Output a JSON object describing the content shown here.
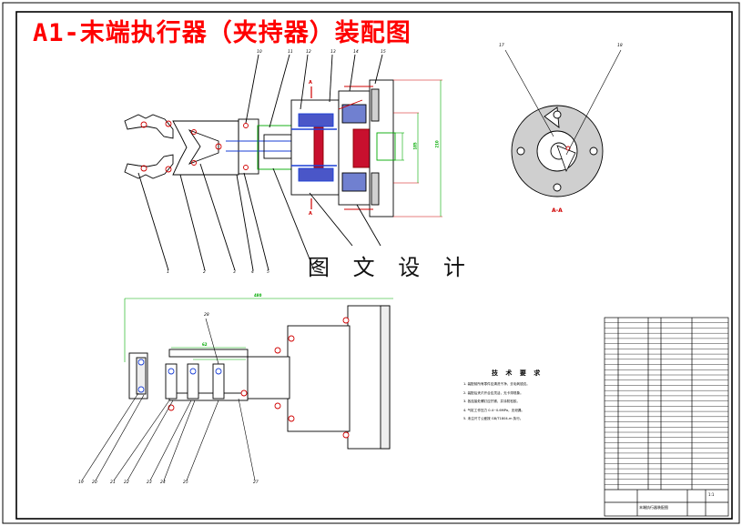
{
  "title": "A1-末端执行器（夹持器）装配图",
  "watermark": "图 文 设 计",
  "section_view_label": "A-A",
  "section_marker": "A",
  "technical_requirements": {
    "heading": "技 术 要 求",
    "items": [
      "1. 装配前所有零件应清洗干净，去毛刺锐边。",
      "2. 装配后夹爪开合应灵活，无卡滞现象。",
      "3. 各连接处螺钉应拧紧，并涂防松胶。",
      "4. 气缸工作压力 0.4~0.6MPa，无泄漏。",
      "5. 未注尺寸公差按 GB/T1804-m 执行。"
    ]
  },
  "part_balloons": {
    "top_view": [
      "1",
      "2",
      "3",
      "4",
      "5",
      "10",
      "11",
      "12",
      "13",
      "14",
      "15"
    ],
    "bottom_view": [
      "19",
      "20",
      "21",
      "22",
      "23",
      "24",
      "25",
      "27"
    ],
    "detail_refs": [
      "17",
      "18",
      "28"
    ]
  },
  "dimensions": {
    "overall_length": "480",
    "height": "210",
    "sub_length": "185",
    "bottom_gap": "62"
  },
  "bom_rows": 33,
  "title_block": {
    "drawing_name": "末端执行器装配图",
    "scale": "1:1"
  }
}
